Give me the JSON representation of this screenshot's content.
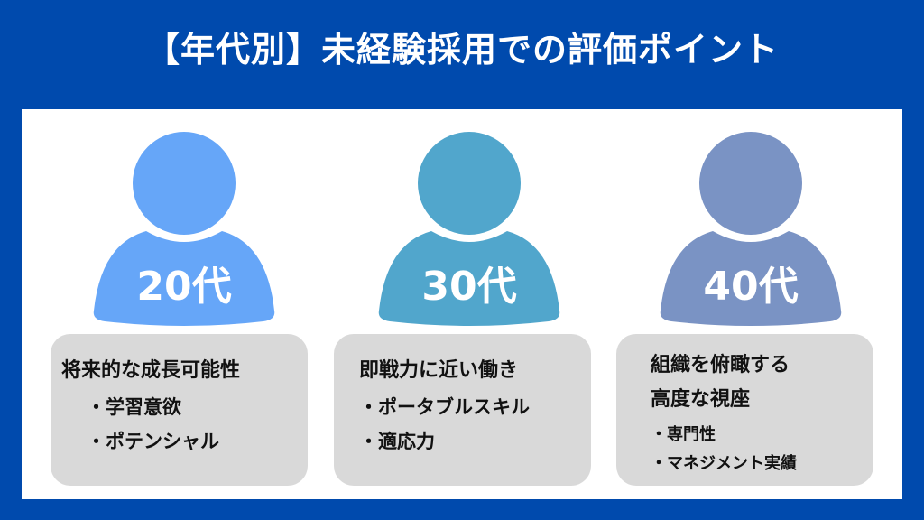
{
  "title": "【年代別】未経験採用での評価ポイント",
  "colors": {
    "background": "#004AAD",
    "panel": "#FFFFFF",
    "card": "#D9D9D9",
    "person_20s": "#66A6F8",
    "person_30s": "#51A6CC",
    "person_40s": "#7A93C4"
  },
  "groups": [
    {
      "age_label": "20代",
      "icon": "person-icon",
      "headings": [
        "将来的な成長可能性"
      ],
      "bullets": [
        "・学習意欲",
        "・ポテンシャル"
      ]
    },
    {
      "age_label": "30代",
      "icon": "person-icon",
      "headings": [
        "即戦力に近い働き"
      ],
      "bullets": [
        "・ポータブルスキル",
        "・適応力"
      ]
    },
    {
      "age_label": "40代",
      "icon": "person-icon",
      "headings": [
        "組織を俯瞰する",
        "高度な視座"
      ],
      "bullets": [
        "・専門性",
        "・マネジメント実績"
      ]
    }
  ]
}
